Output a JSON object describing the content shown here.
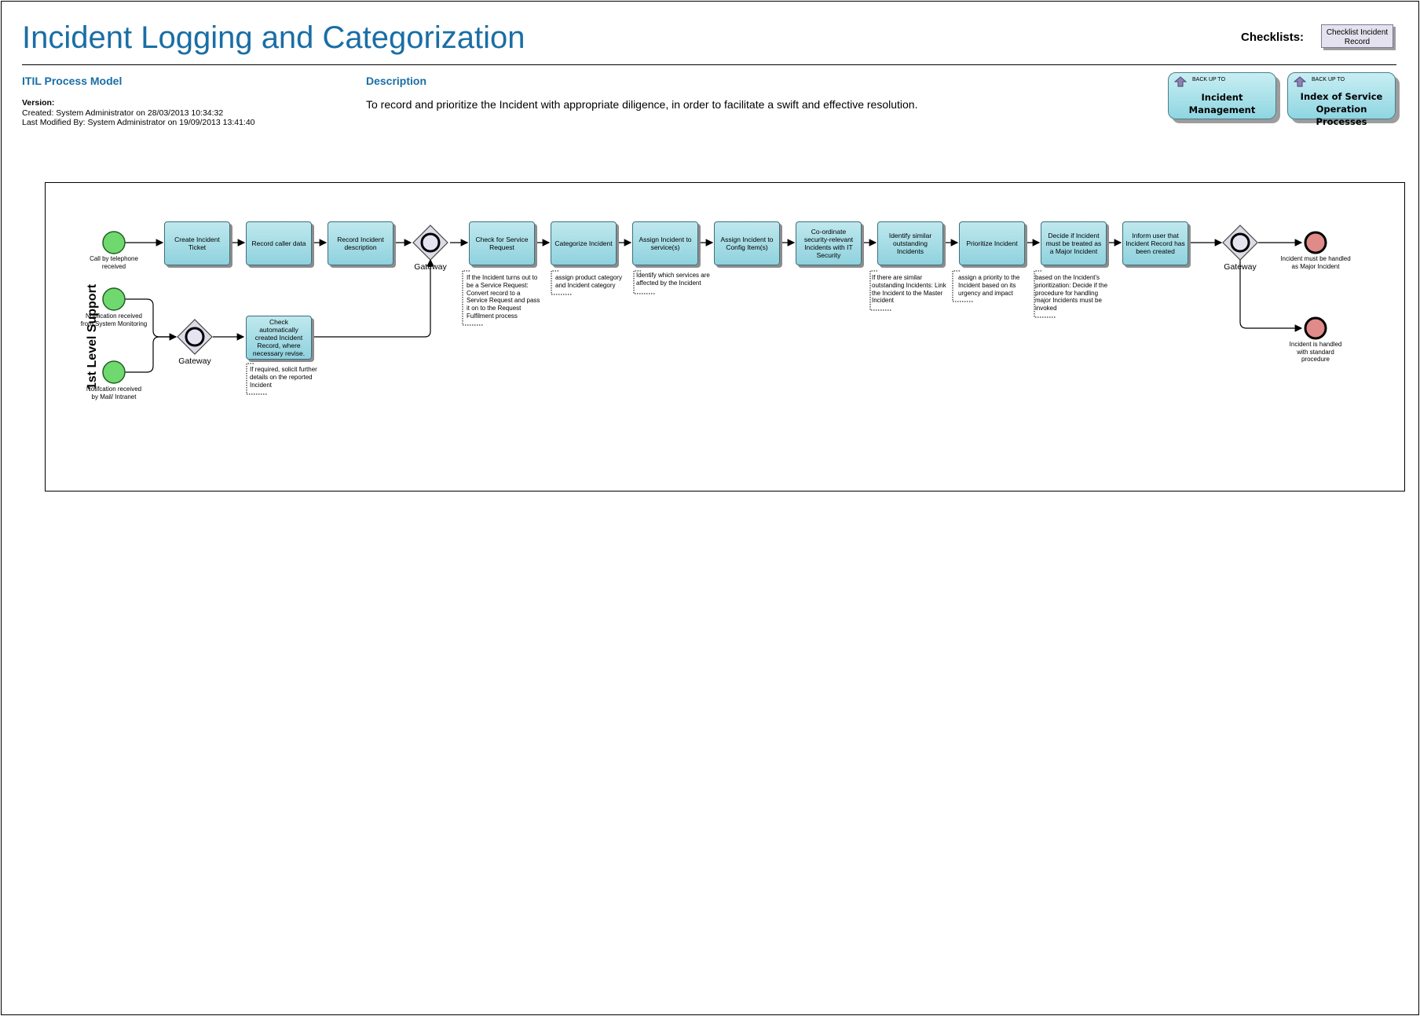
{
  "header": {
    "title": "Incident Logging and Categorization",
    "checklists_label": "Checklists:",
    "checklist_button": "Checklist Incident Record"
  },
  "model": {
    "heading": "ITIL Process Model",
    "version_label": "Version:",
    "created": "Created: System Administrator on 28/03/2013 10:34:32",
    "modified": "Last Modified By: System Administrator on 19/09/2013 13:41:40"
  },
  "description": {
    "heading": "Description",
    "text": "To record and prioritize the Incident with appropriate diligence, in order to facilitate a swift and effective resolution."
  },
  "backup_links": [
    {
      "small": "BACK UP TO",
      "label": "Incident Management"
    },
    {
      "small": "BACK UP TO",
      "label": "Index of Service Operation Processes"
    }
  ],
  "lane": "1st Level Support",
  "start_events": [
    "Call by telephone received",
    "Notification received from System Monitoring",
    "Notifcation received by Mail/ Intranet"
  ],
  "end_events": [
    "Incident must be handled as Major Incident",
    "Incident is handled with standard procedure"
  ],
  "gateways": [
    "Gateway",
    "Gateway",
    "Gateway"
  ],
  "tasks": {
    "create_ticket": "Create Incident Ticket",
    "record_caller": "Record caller data",
    "record_desc": "Record Incident description",
    "check_auto": "Check automatically created Incident Record, where necessary revise.",
    "check_service_request": "Check for Service Request",
    "categorize": "Categorize Incident",
    "assign_services": "Assign Incident to service(s)",
    "assign_ci": "Assign Incident to Config Item(s)",
    "coordinate_security": "Co-ordinate security-relevant Incidents with IT Security",
    "identify_similar": "Identify similar outstanding Incidents",
    "prioritize": "Prioritize Incident",
    "decide_major": "Decide if Incident must be treated as a Major Incident",
    "inform_user": "Inform user that Incident Record has been created"
  },
  "annotations": {
    "check_auto": "If required, solicit further details on the reported Incident",
    "check_service_request": "If the Incident turns out to be a Service Request: Convert record to a Service Request and pass it on to the Request Fulfilment process",
    "categorize": "assign product category and Incident category",
    "assign_services": "Identify which services are affected by the Incident",
    "identify_similar": "If there are similar outstanding Incidents: Link the Incident to the Master Incident",
    "prioritize": "assign a priority to the Incident based on its urgency and impact",
    "decide_major": "based on the Incident's prioritization: Decide if the procedure for handling major Incidents must be invoked"
  }
}
